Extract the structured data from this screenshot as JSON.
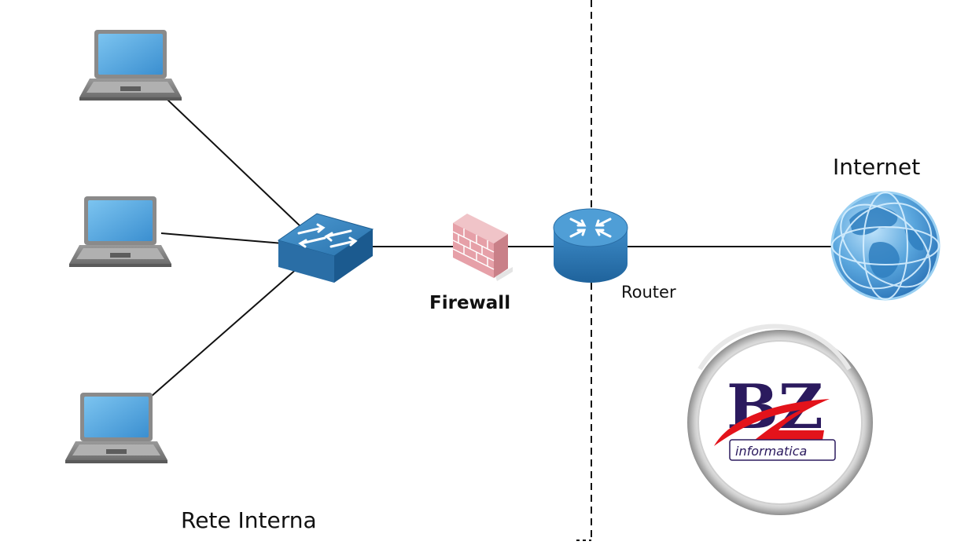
{
  "labels": {
    "internet": "Internet",
    "router": "Router",
    "firewall": "Firewall",
    "internal_network": "Rete Interna"
  },
  "logo": {
    "letters": "BZ",
    "subtitle": "informatica",
    "colors": {
      "navy": "#2b1a5e",
      "red": "#e3131b",
      "ring": "#b9b9b9"
    }
  },
  "icons": {
    "laptops": [
      "laptop-icon",
      "laptop-icon",
      "laptop-icon"
    ],
    "switch": "network-switch-icon",
    "firewall": "firewall-icon",
    "router": "router-icon",
    "internet": "globe-icon"
  },
  "colors": {
    "device_blue": "#2f7fb9",
    "screen_blue": "#5fb0e6",
    "firewall_red": "#e6a0a8",
    "line": "#111111"
  }
}
